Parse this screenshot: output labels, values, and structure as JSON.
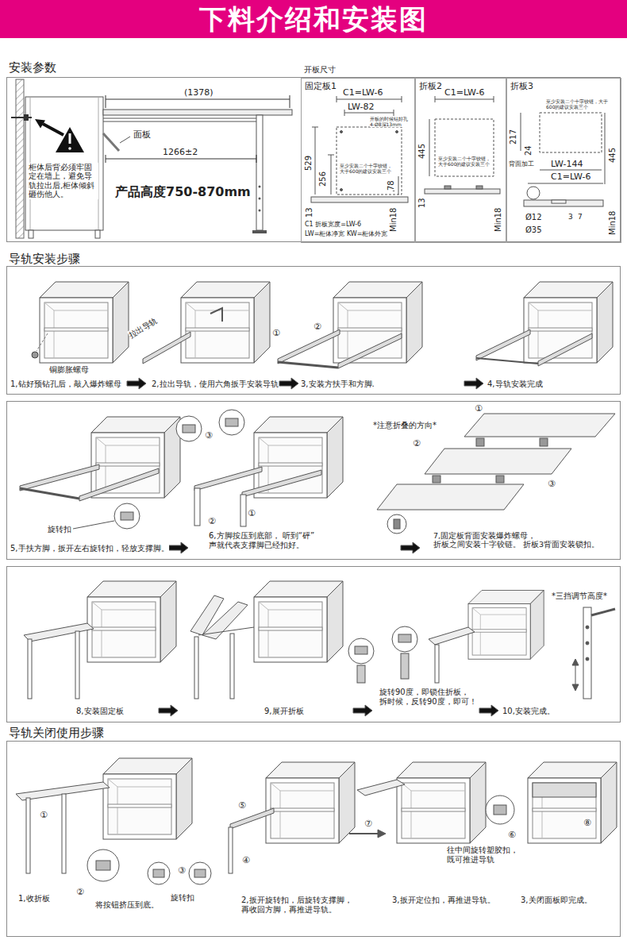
{
  "diagram": {
    "title": "下料介绍和安装图",
    "nodes": [
      {
        "text": [
          "安装参数"
        ]
      },
      {
        "text": [
          "固定板1"
        ],
        "in": 0
      },
      {
        "text": [
          "折板2"
        ],
        "in": 0
      },
      {
        "text": [
          "折板3"
        ],
        "in": 0
      },
      {
        "text": [
          "导轨安装步骤",
          "1,钻好预钻孔后，敲入爆炸螺母",
          "2,拉出导轨，使用六角扳手安装导轨",
          "3,安装方扶手和方脚.",
          "4,导轨安装完成"
        ]
      },
      {
        "text": [
          "5,手扶方脚，扳开左右旋转扣，轻放支撑脚。",
          "6,方脚按压到底部， 听到“砰”声就代表支撑脚已经扣好。",
          "7,固定板背面安装爆炸螺母，折板之间安装十字铰链。 折板3背面安装锁扣。"
        ]
      },
      {
        "text": [
          "8,安装固定板",
          "9,展开折板",
          "10,安装完成。"
        ]
      },
      {
        "text": [
          "导轨关闭使用步骤",
          "1,收折板",
          "2,扳开旋转扣，后旋转支撑脚， 再收回方脚，再推进导轨。",
          "3,扳开定位扣，再推进导轨。",
          "3,关闭面板即完成。"
        ]
      }
    ],
    "labels": [
      "(1378)",
      "面板",
      "1266±2",
      "柜体后背必须牢固定在墙上，避免导轨拉出后,柜体倾斜砸伤他人。",
      "产品高度750-870mm",
      "开板尺寸",
      "C1=LW-6",
      "LW-82",
      "开板的时候钻好孔 4-Ø8深13mm",
      "529",
      "256",
      "78",
      "至少安装二个十字铰链，大于600的建议安装三个",
      "13",
      "Min18",
      "C1 折板宽度=LW-6",
      "LW=柜体净宽 KW=柜体外宽",
      "C1=LW-6",
      "445",
      "至少安装二个十字铰链，大于600的建议安装三个",
      "13",
      "Min18",
      "至少安装二个十字铰链，大于600的建议安装三个",
      "217",
      "24",
      "445",
      "背面加工",
      "LW-144",
      "C1=LW-6",
      "Ø12",
      "3",
      "7",
      "Ø35",
      "Min18",
      "铜膨胀螺母",
      "拉出导轨",
      "①",
      "②",
      "旋转扣",
      "③",
      "①",
      "②",
      "*注意折叠的方向*",
      "①",
      "②",
      "③",
      "旋转90度，即锁住折板， 拆时候，反转90度，即可！",
      "*三挡调节高度*",
      "①",
      "②",
      "将按钮挤压到底。",
      "③",
      "旋转扣",
      "⑤",
      "④",
      "⑦",
      "往中间旋转塑胶扣， 既可推进导轨",
      "⑥",
      "⑧"
    ]
  }
}
